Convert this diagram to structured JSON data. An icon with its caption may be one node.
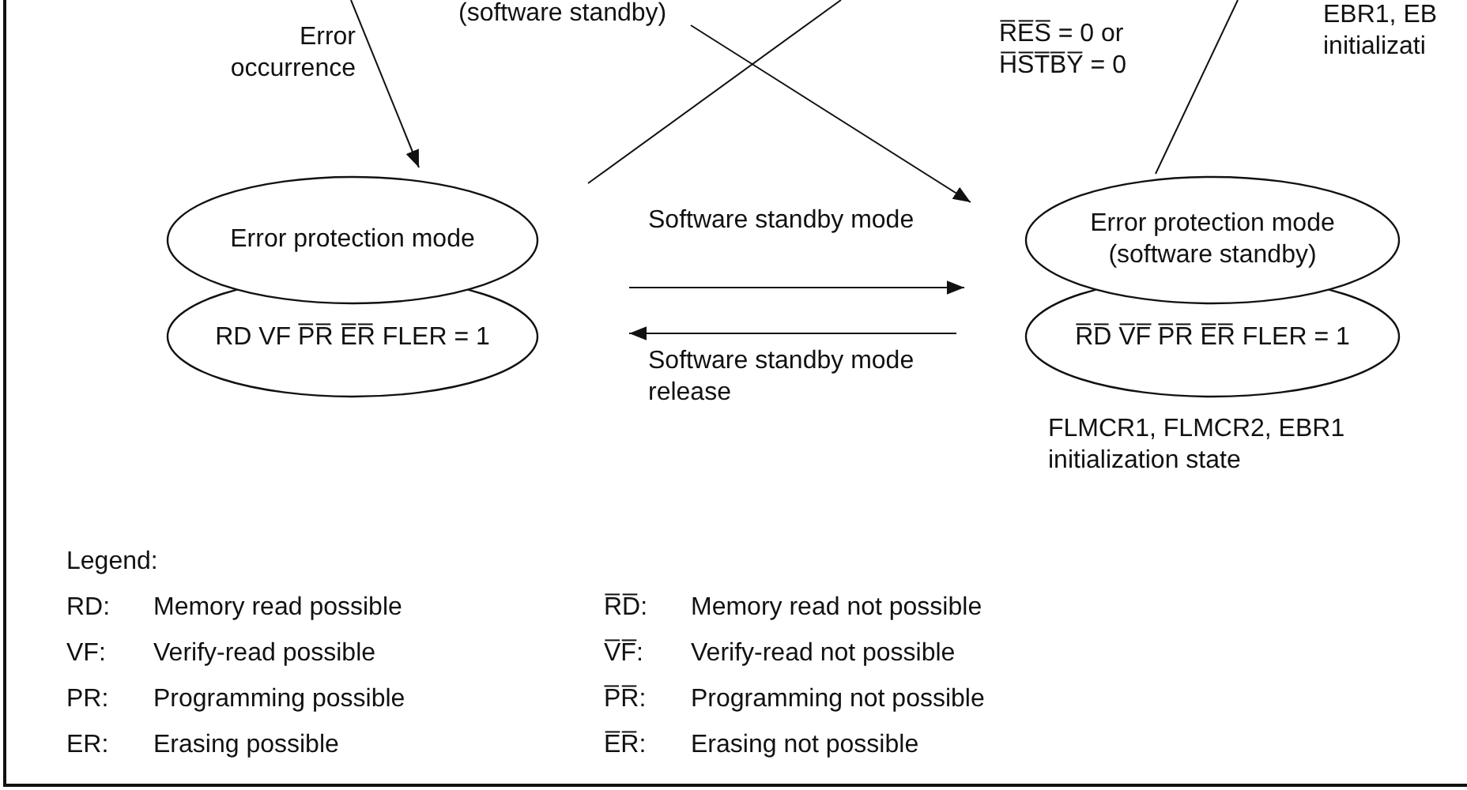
{
  "diagram": {
    "nodes": [
      {
        "text": [
          "Error protection mode",
          "RD VF P̅R̅ E̅R̅ FLER = 1"
        ]
      },
      {
        "text": [
          "Error protection mode (software standby)",
          "R̅D̅ V̅F̅ P̅R̅ E̅R̅ FLER = 1"
        ],
        "beside": [
          "FLMCR1, FLMCR2, EBR1 initialization state"
        ]
      },
      {
        "text": [
          "(software standby)"
        ]
      }
    ],
    "edges": [
      {
        "from": null,
        "to": 0,
        "arrow": "to",
        "label": "Error occurrence"
      },
      {
        "from": 0,
        "to": null,
        "arrow": "none"
      },
      {
        "from": 2,
        "to": 1,
        "arrow": "to"
      },
      {
        "from": 1,
        "to": null,
        "arrow": "none",
        "label": "R̅E̅S̅ = 0 or H̅S̅T̅B̅Y̅ = 0"
      },
      {
        "from": 0,
        "to": 1,
        "arrow": "to",
        "label": "Software standby mode"
      },
      {
        "from": 1,
        "to": 0,
        "arrow": "to",
        "label": "Software standby mode release"
      }
    ],
    "labels": [
      "EBR1, EB initializati",
      "Legend:",
      "RD:",
      "Memory read possible",
      "R̅D̅:",
      "Memory read not possible",
      "VF:",
      "Verify-read possible",
      "V̅F̅:",
      "Verify-read not possible",
      "PR:",
      "Programming possible",
      "P̅R̅:",
      "Programming not possible",
      "ER:",
      "Erasing possible",
      "E̅R̅:",
      "Erasing not possible"
    ]
  }
}
